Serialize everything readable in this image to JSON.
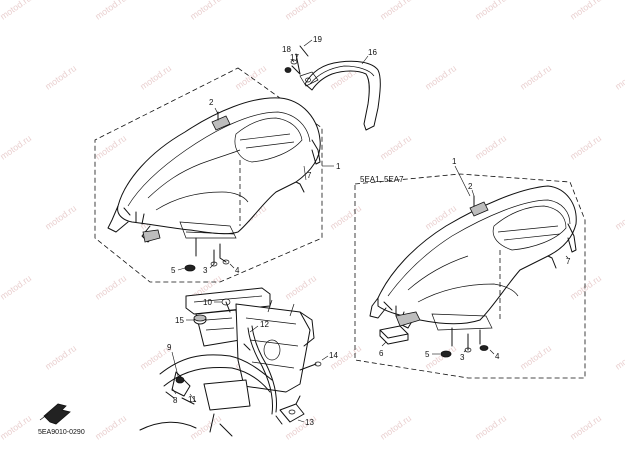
{
  "watermark": "motod.ru",
  "drawing_code": "5EA9010-0290",
  "variant_label": "5EA1, 5EA7",
  "callouts": {
    "left_seat_top": "2",
    "left_seat_side": "1",
    "left_seat_7": "7",
    "left_3": "3",
    "left_4": "4",
    "left_5": "5",
    "grab_16": "16",
    "grab_17": "17",
    "grab_18": "18",
    "grab_19": "19",
    "right_seat_side": "1",
    "right_seat_top": "2",
    "right_seat_7": "7",
    "right_3": "3",
    "right_4": "4",
    "right_5": "5",
    "right_6": "6",
    "frame_10": "10",
    "frame_15": "15",
    "frame_12": "12",
    "frame_9": "9",
    "frame_8": "8",
    "frame_11": "11",
    "frame_13": "13",
    "frame_14": "14"
  }
}
